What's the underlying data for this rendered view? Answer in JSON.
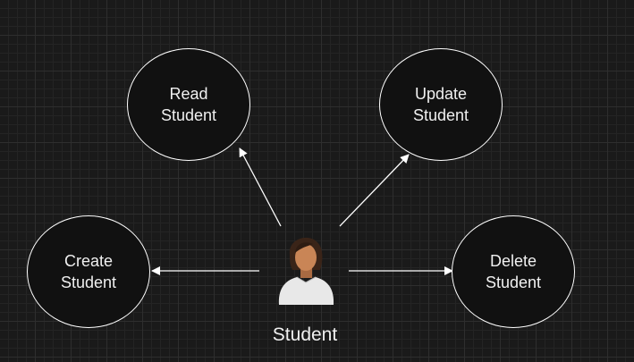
{
  "diagram": {
    "nodes": [
      {
        "id": "read",
        "line1": "Read",
        "line2": "Student"
      },
      {
        "id": "update",
        "line1": "Update",
        "line2": "Student"
      },
      {
        "id": "create",
        "line1": "Create",
        "line2": "Student"
      },
      {
        "id": "delete",
        "line1": "Delete",
        "line2": "Student"
      }
    ],
    "actor": {
      "label": "Student",
      "icon": "person-avatar-icon"
    },
    "edges": [
      {
        "from": "actor",
        "to": "read"
      },
      {
        "from": "actor",
        "to": "update"
      },
      {
        "from": "actor",
        "to": "create"
      },
      {
        "from": "actor",
        "to": "delete"
      }
    ],
    "colors": {
      "background": "#1a1a1a",
      "node_fill": "#111111",
      "stroke": "#ffffff",
      "text": "#f0f0f0"
    }
  }
}
